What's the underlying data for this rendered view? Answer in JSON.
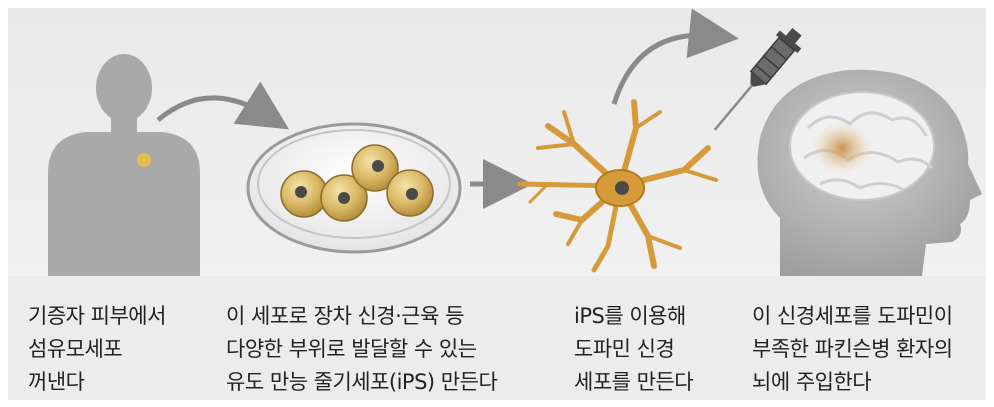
{
  "steps": [
    {
      "lines": [
        "기증자 피부에서",
        "섬유모세포",
        "꺼낸다"
      ]
    },
    {
      "lines": [
        "이 세포로 장차 신경·근육 등",
        "다양한 부위로 발달할 수 있는",
        "유도 만능 줄기세포(iPS) 만든다"
      ]
    },
    {
      "lines": [
        "iPS를 이용해",
        "도파민 신경",
        "세포를 만든다"
      ]
    },
    {
      "lines": [
        "이 신경세포를 도파민이",
        "부족한 파킨슨병 환자의",
        "뇌에 주입한다"
      ]
    }
  ],
  "colors": {
    "figure_gray": "#a9a9a9",
    "arrow_gray": "#8a8a8a",
    "cell_gold": "#d6b56a",
    "neuron_orange": "#d79a3a",
    "nucleus": "#4a4a4a"
  }
}
